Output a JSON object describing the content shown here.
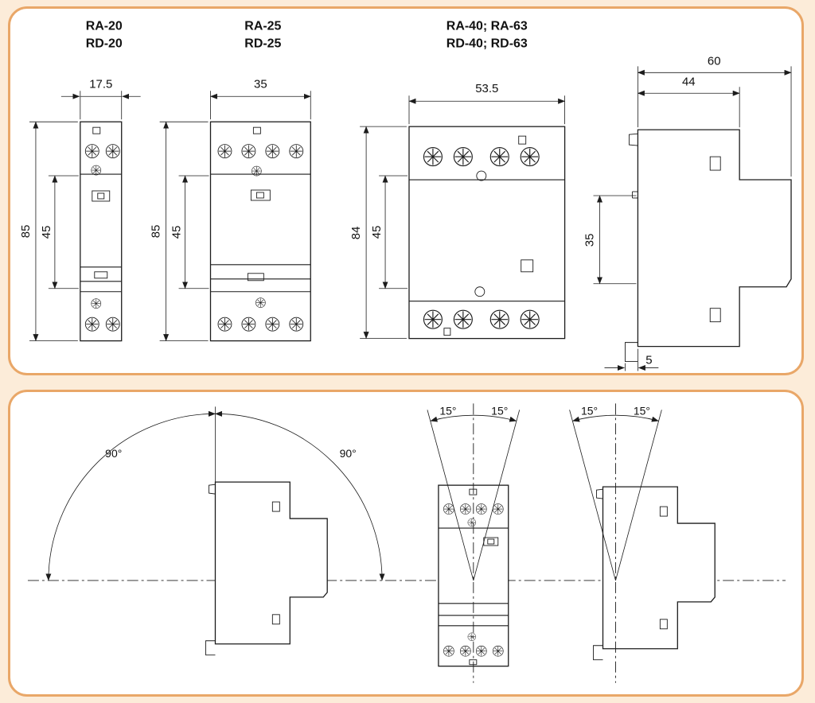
{
  "colors": {
    "page_bg": "#fcecd9",
    "panel_border": "#e9a768",
    "panel_bg": "#ffffff",
    "ink": "#1c1c1c"
  },
  "top_panel": {
    "models": [
      {
        "line1": "RA-20",
        "line2": "RD-20"
      },
      {
        "line1": "RA-25",
        "line2": "RD-25"
      },
      {
        "line1": "RA-40; RA-63",
        "line2": "RD-40; RD-63"
      }
    ],
    "front_views": [
      {
        "width": "17.5",
        "height": "85",
        "inner_height": "45"
      },
      {
        "width": "35",
        "height": "85",
        "inner_height": "45"
      },
      {
        "width": "53.5",
        "height": "84",
        "inner_height": "45"
      }
    ],
    "side_view": {
      "depth_total": "60",
      "depth_body": "44",
      "rail_height": "35",
      "clip_offset": "5"
    }
  },
  "bottom_panel": {
    "rotation": {
      "left": "90°",
      "right": "90°"
    },
    "tilt_front": {
      "left": "15°",
      "right": "15°"
    },
    "tilt_side": {
      "left": "15°",
      "right": "15°"
    }
  }
}
